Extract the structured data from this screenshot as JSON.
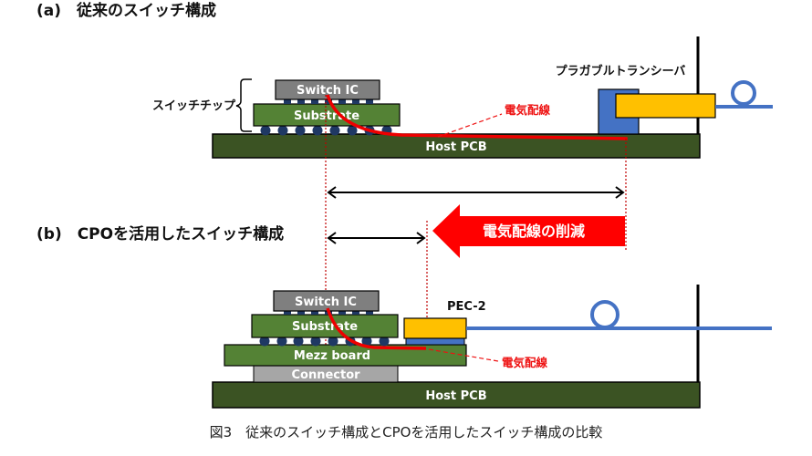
{
  "figure": {
    "caption": "図3　従来のスイッチ構成とCPOを活用したスイッチ構成の比較",
    "colors": {
      "host_pcb": "#3b5323",
      "substrate": "#548235",
      "switch_ic": "#7f7f7f",
      "connector": "#a6a6a6",
      "transceiver_yellow": "#ffc000",
      "fiber_blue": "#4472c4",
      "bump": "#1f3864",
      "wire_red": "#ee0000",
      "outline": "#000000"
    }
  },
  "panel_a": {
    "heading": "(a)　従来のスイッチ構成",
    "switch_chip_label": "スイッチチップ",
    "switch_ic_label": "Switch IC",
    "substrate_label": "Substrate",
    "host_pcb_label": "Host PCB",
    "electrical_wiring_label": "電気配線",
    "pluggable_transceiver_label": "プラガブルトランシーバ"
  },
  "panel_b": {
    "heading": "(b)　CPOを活用したスイッチ構成",
    "switch_ic_label": "Switch IC",
    "substrate_label": "Substrate",
    "mezz_board_label": "Mezz board",
    "connector_label": "Connector",
    "host_pcb_label": "Host PCB",
    "pec_label": "PEC-2",
    "electrical_wiring_label": "電気配線"
  },
  "comparison": {
    "reduction_label": "電気配線の削減"
  }
}
